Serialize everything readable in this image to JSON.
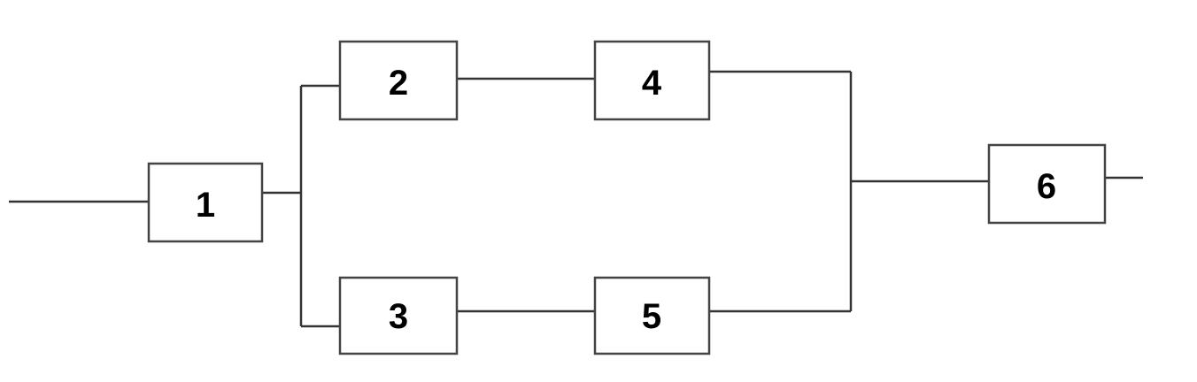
{
  "diagram": {
    "blocks": [
      {
        "id": "1",
        "label": "1"
      },
      {
        "id": "2",
        "label": "2"
      },
      {
        "id": "3",
        "label": "3"
      },
      {
        "id": "4",
        "label": "4"
      },
      {
        "id": "5",
        "label": "5"
      },
      {
        "id": "6",
        "label": "6"
      }
    ],
    "connections": [
      {
        "from": "input",
        "to": "1"
      },
      {
        "from": "1",
        "to": "2"
      },
      {
        "from": "1",
        "to": "3"
      },
      {
        "from": "2",
        "to": "4"
      },
      {
        "from": "3",
        "to": "5"
      },
      {
        "from": "4",
        "to": "6"
      },
      {
        "from": "5",
        "to": "6"
      },
      {
        "from": "6",
        "to": "output"
      }
    ]
  }
}
